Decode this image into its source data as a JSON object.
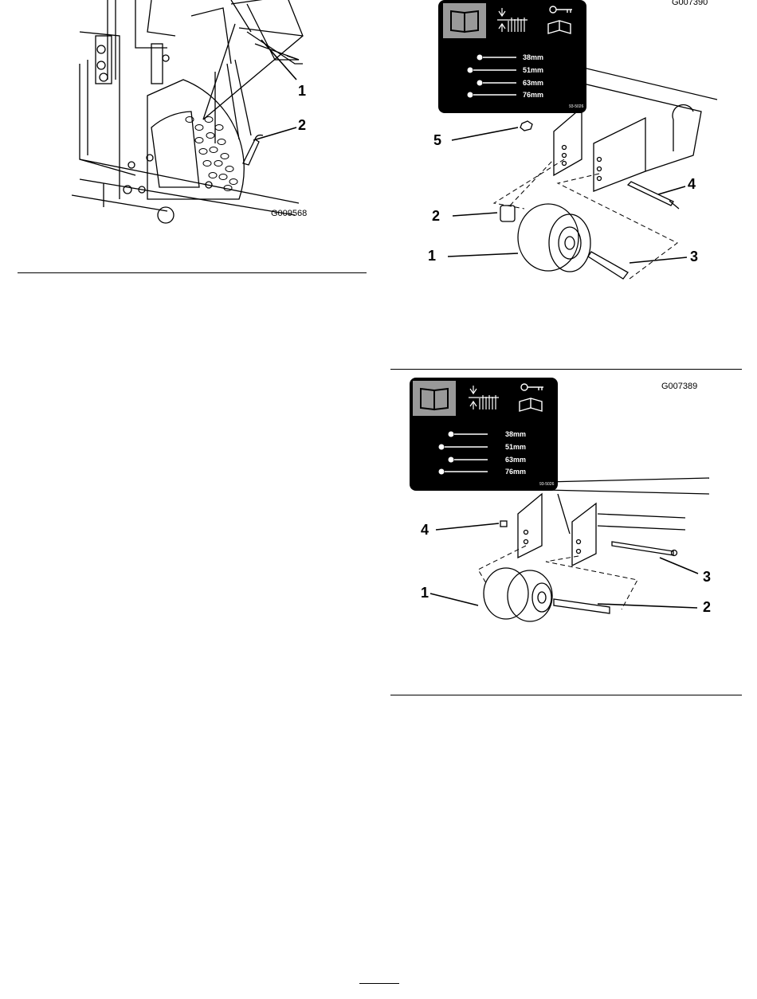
{
  "figure1": {
    "code": "G009568",
    "callouts": [
      "1",
      "2"
    ]
  },
  "figure2": {
    "code": "G007390",
    "callouts": [
      "5",
      "4",
      "2",
      "1",
      "3"
    ],
    "decal": {
      "heights": [
        "38mm",
        "51mm",
        "63mm",
        "76mm"
      ],
      "part_no": "93-5026"
    }
  },
  "figure3": {
    "code": "G007389",
    "callouts": [
      "4",
      "3",
      "1",
      "2"
    ],
    "decal": {
      "heights": [
        "38mm",
        "51mm",
        "63mm",
        "76mm"
      ],
      "part_no": "93-5026"
    }
  },
  "icons": [
    "manual-book-icon",
    "height-adjust-icon",
    "key-manual-icon"
  ]
}
